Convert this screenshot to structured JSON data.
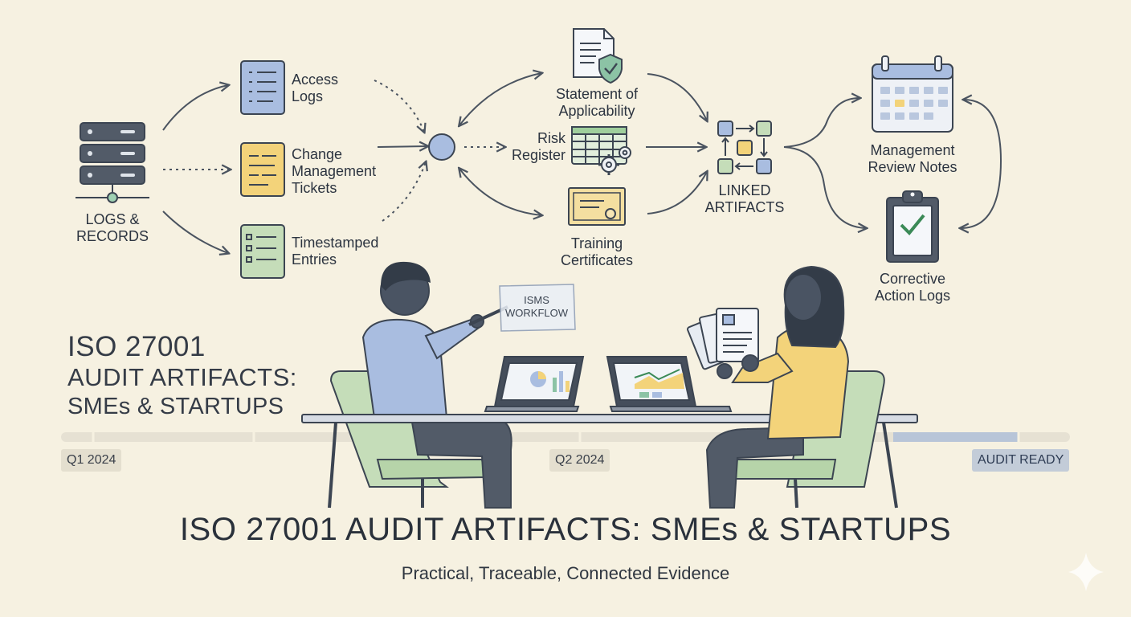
{
  "diagram": {
    "sources": {
      "logs_records": "LOGS &\nRECORDS"
    },
    "evidence": [
      {
        "label": "Access\nLogs"
      },
      {
        "label": "Change\nManagement\nTickets"
      },
      {
        "label": "Timestamped\nEntries"
      }
    ],
    "documents": {
      "soa": "Statement of\nApplicability",
      "risk": "Risk\nRegister",
      "training": "Training\nCertificates"
    },
    "linked_artifacts": "LINKED\nARTIFACTS",
    "outputs": {
      "review": "Management\nReview Notes",
      "corrective": "Corrective\nAction Logs"
    },
    "whiteboard": "ISMS\nWORKFLOW"
  },
  "side_title": {
    "line1": "ISO 27001",
    "line2": "AUDIT ARTIFACTS:",
    "line3": "SMEs & STARTUPS"
  },
  "timeline": {
    "q1": "Q1 2024",
    "q2": "Q2 2024",
    "ready": "AUDIT READY"
  },
  "main_title": "ISO 27001 AUDIT ARTIFACTS: SMEs & STARTUPS",
  "subtitle": "Practical, Traceable, Connected Evidence",
  "colors": {
    "background": "#f6f1e1",
    "outline": "#3c4552",
    "blue": "#a9bde0",
    "yellow": "#f3d37a",
    "green": "#c5ddb9",
    "teal_icon": "#8cc3a5"
  }
}
